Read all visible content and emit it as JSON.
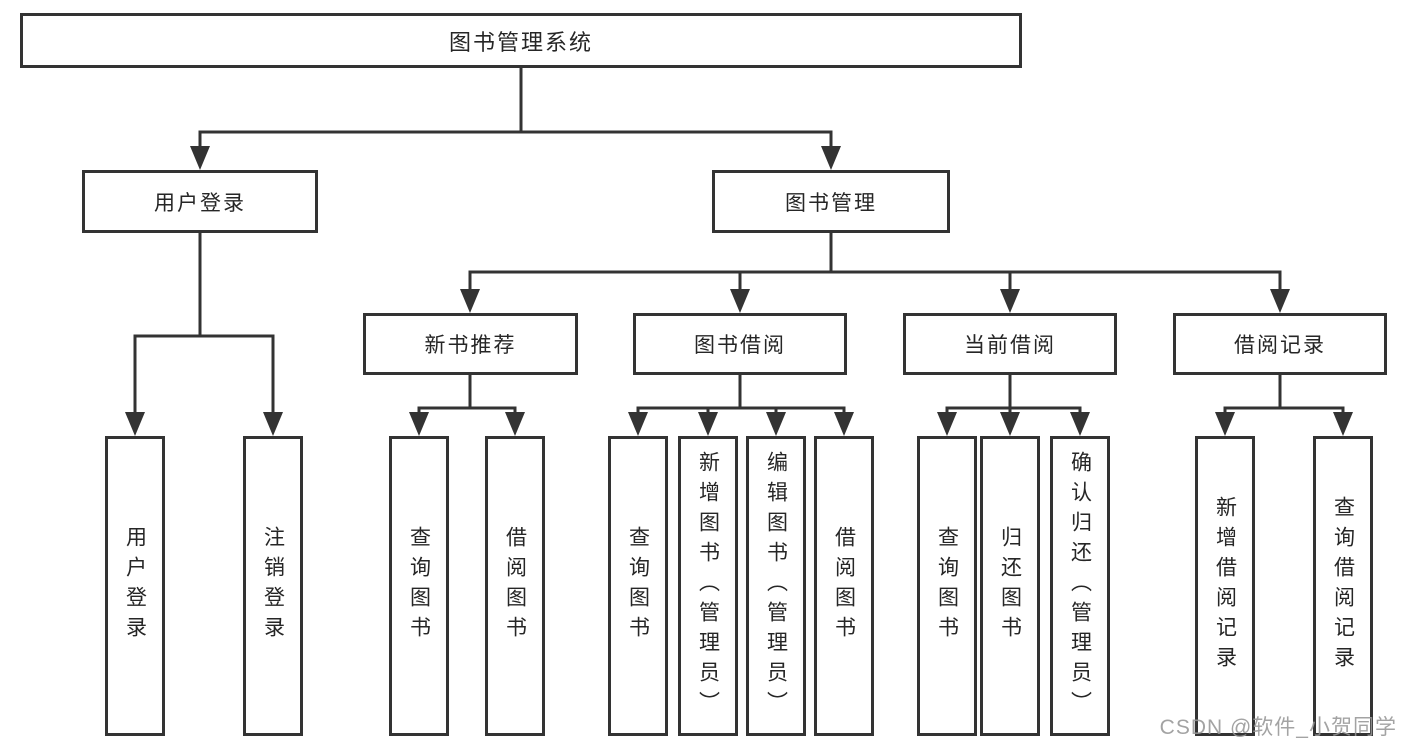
{
  "diagram": {
    "root": "图书管理系统",
    "user_login": {
      "label": "用户登录",
      "children": [
        "用户登录",
        "注销登录"
      ]
    },
    "book_management": {
      "label": "图书管理",
      "sections": [
        {
          "label": "新书推荐",
          "children": [
            "查询图书",
            "借阅图书"
          ]
        },
        {
          "label": "图书借阅",
          "children": [
            "查询图书",
            "新增图书（管理员）",
            "编辑图书（管理员）",
            "借阅图书"
          ]
        },
        {
          "label": "当前借阅",
          "children": [
            "查询图书",
            "归还图书",
            "确认归还（管理员）"
          ]
        },
        {
          "label": "借阅记录",
          "children": [
            "新增借阅记录",
            "查询借阅记录"
          ]
        }
      ]
    }
  },
  "watermark": "CSDN @软件_小贺同学",
  "colors": {
    "line": "#333333",
    "box_border": "#333333",
    "text": "#262626",
    "watermark": "#969696",
    "background": "#ffffff"
  }
}
